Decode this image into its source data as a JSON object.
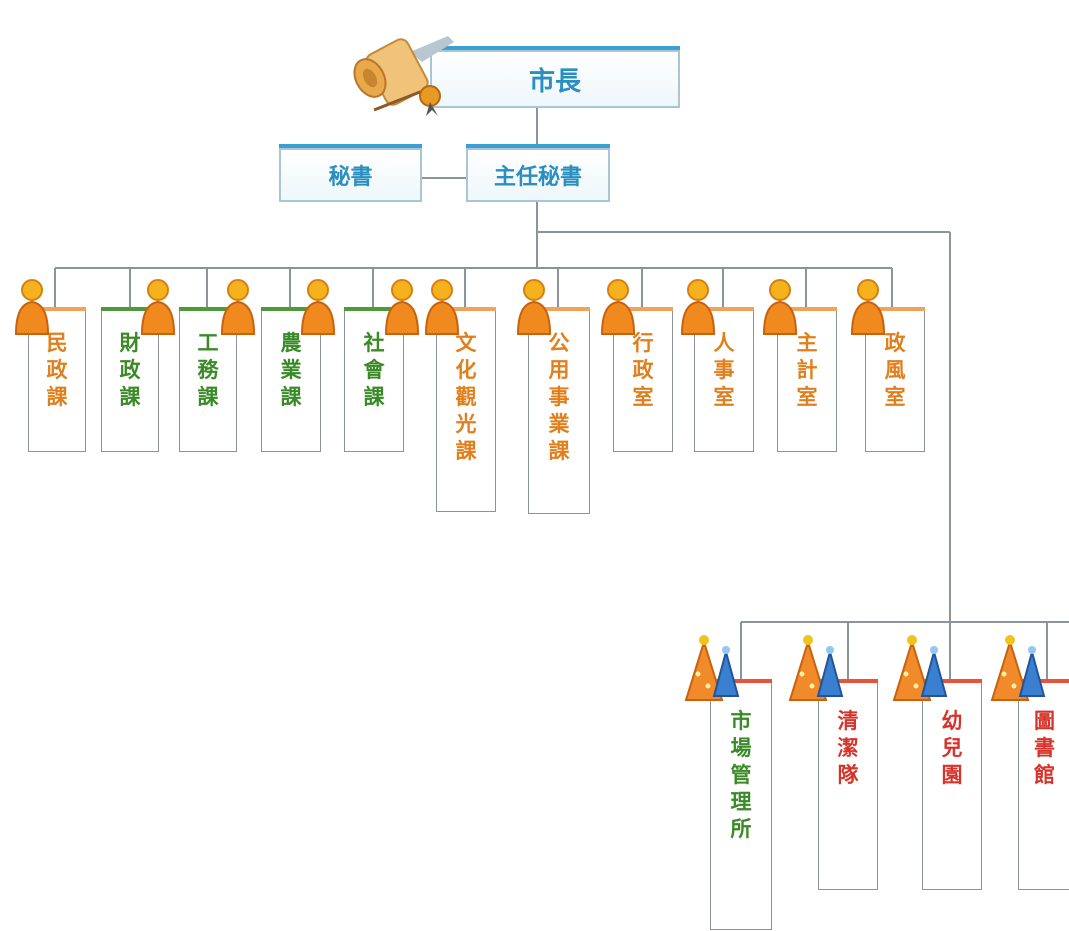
{
  "mayor": {
    "title": "市長"
  },
  "secretary": {
    "title": "秘書"
  },
  "chief_secretary": {
    "title": "主任秘書"
  },
  "departments": [
    {
      "name": "民政課",
      "color": "#e07f1c"
    },
    {
      "name": "財政課",
      "color": "#3a8a28"
    },
    {
      "name": "工務課",
      "color": "#3a8a28"
    },
    {
      "name": "農業課",
      "color": "#3a8a28"
    },
    {
      "name": "社會課",
      "color": "#3a8a28"
    },
    {
      "name": "文化觀光課",
      "color": "#e07f1c"
    },
    {
      "name": "公用事業課",
      "color": "#e07f1c"
    },
    {
      "name": "行政室",
      "color": "#e07f1c"
    },
    {
      "name": "人事室",
      "color": "#e07f1c"
    },
    {
      "name": "主計室",
      "color": "#e07f1c"
    },
    {
      "name": "政風室",
      "color": "#e07f1c"
    }
  ],
  "units": [
    {
      "name": "市場管理所",
      "color": "#3a8a28"
    },
    {
      "name": "清潔隊",
      "color": "#d8332a"
    },
    {
      "name": "幼兒園",
      "color": "#d8332a"
    },
    {
      "name": "圖書館",
      "color": "#d8332a"
    }
  ],
  "icons": {
    "mayor": "scroll-icon",
    "departments": "person-icon",
    "units": "party-hat-icon"
  },
  "colors": {
    "line": "#8c9499",
    "top_accent": "#3a9fd3",
    "top_text": "#2a8fbf",
    "dept_orange": "#f2a35a",
    "dept_green": "#4d9a3a",
    "unit_red": "#e8533a"
  }
}
